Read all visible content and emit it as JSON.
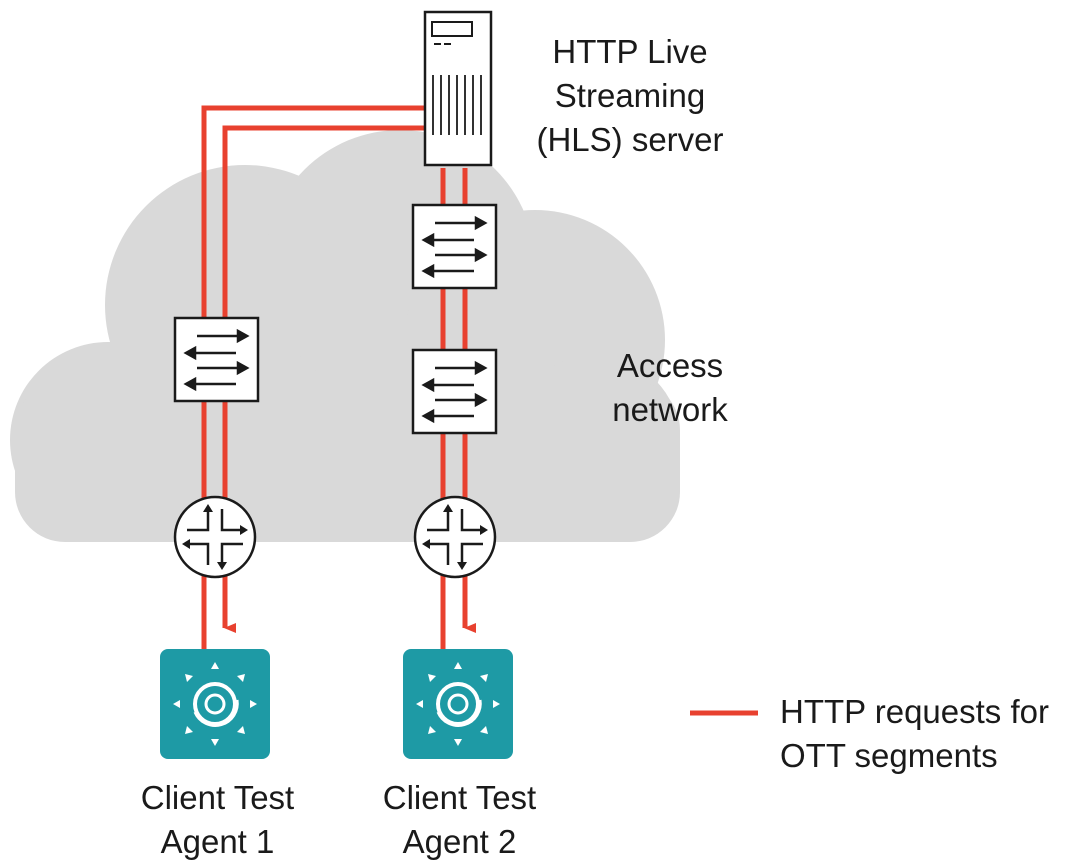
{
  "server": {
    "label_lines": [
      "HTTP Live",
      "Streaming",
      "(HLS) server"
    ]
  },
  "network": {
    "label_lines": [
      "Access",
      "network"
    ]
  },
  "agents": [
    {
      "label_lines": [
        "Client Test",
        "Agent 1"
      ]
    },
    {
      "label_lines": [
        "Client Test",
        "Agent 2"
      ]
    }
  ],
  "legend": {
    "label_lines": [
      "HTTP requests for",
      "OTT segments"
    ]
  },
  "colors": {
    "path_line": "#e8412f",
    "cloud": "#d9d9d9",
    "agent_tile": "#1e9aa5",
    "outline": "#1a1a1a"
  },
  "icons": [
    "server-icon",
    "switch-icon",
    "router-icon",
    "test-agent-icon",
    "cloud-shape"
  ]
}
